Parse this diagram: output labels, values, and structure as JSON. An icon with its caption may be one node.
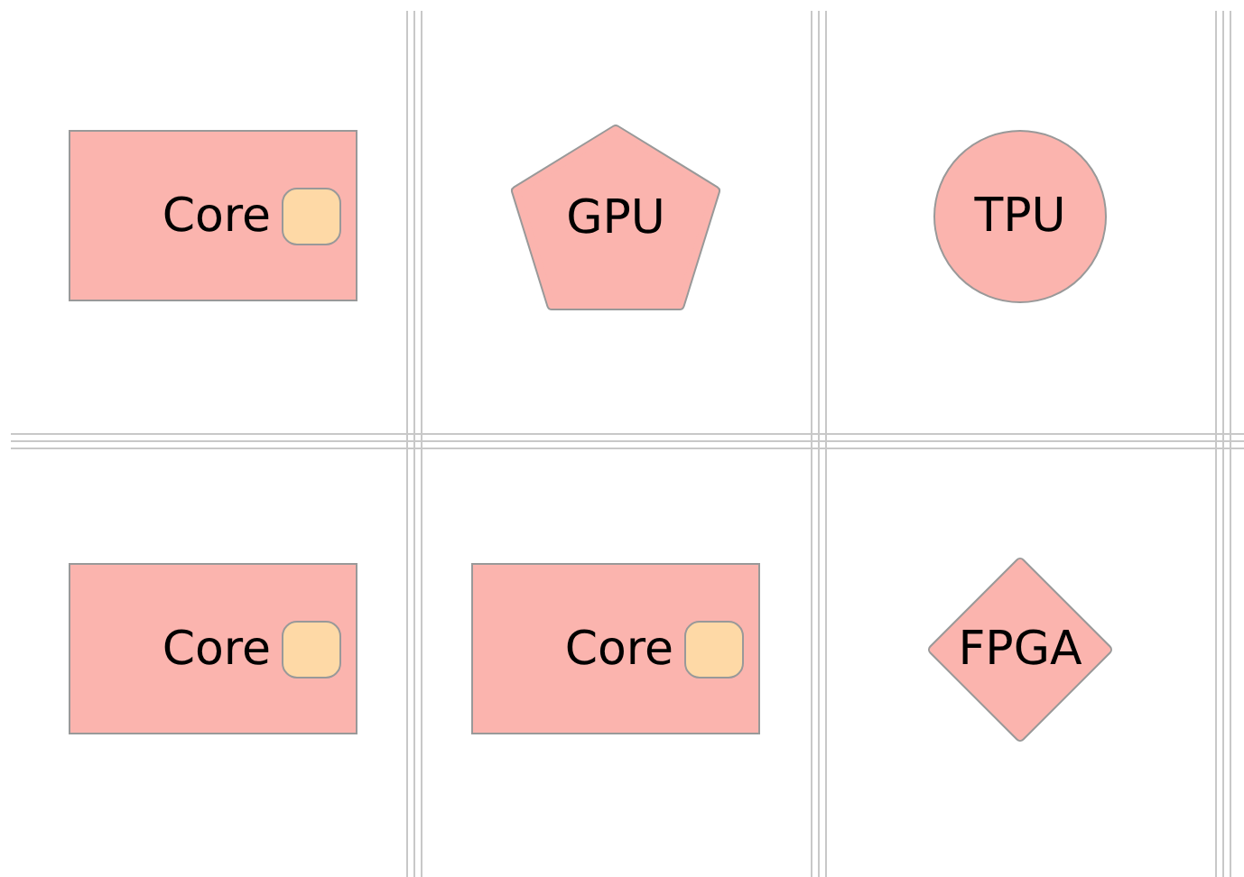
{
  "diagram": {
    "nodes": [
      {
        "text": [
          "Core"
        ]
      },
      {
        "text": [],
        "shape": "box",
        "in": 0
      },
      {
        "text": [
          "GPU"
        ]
      },
      {
        "text": [
          "TPU"
        ]
      },
      {
        "text": [
          "Core"
        ]
      },
      {
        "text": [],
        "shape": "box",
        "in": 4
      },
      {
        "text": [
          "Core"
        ]
      },
      {
        "text": [],
        "shape": "box",
        "in": 6
      },
      {
        "text": [
          "FPGA"
        ]
      }
    ],
    "edges": []
  }
}
